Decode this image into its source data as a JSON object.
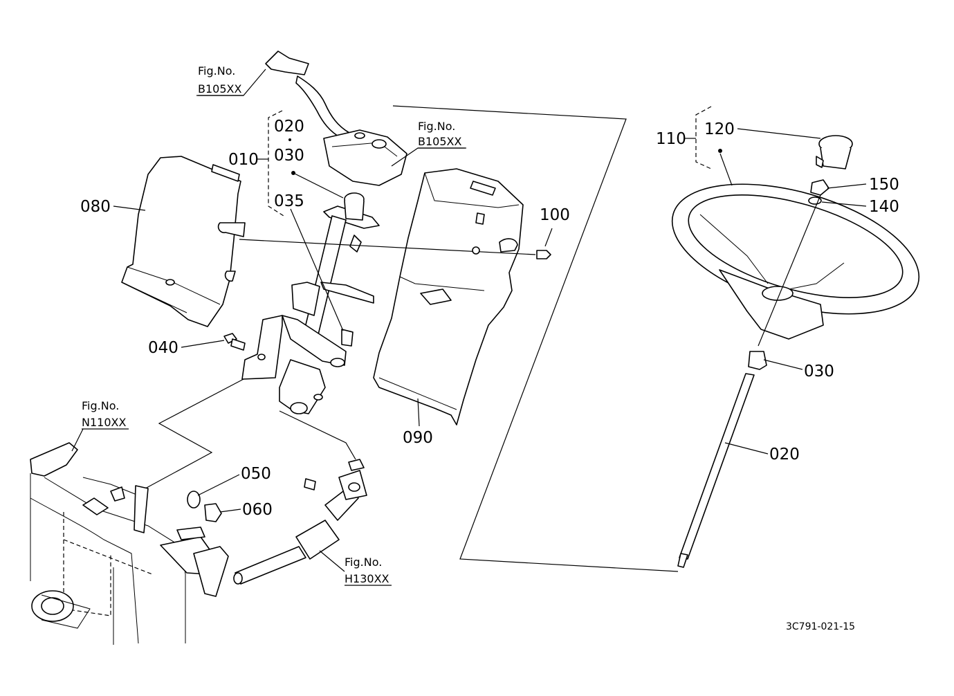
{
  "diagram": {
    "drawing_code": "3C791-021-15",
    "part_labels": {
      "p010": "010",
      "p020_top": "020",
      "p030_top": "030",
      "p035": "035",
      "p040": "040",
      "p050": "050",
      "p060": "060",
      "p080": "080",
      "p090": "090",
      "p100": "100",
      "p110": "110",
      "p120": "120",
      "p140": "140",
      "p150": "150",
      "p030_right": "030",
      "p020_right": "020"
    },
    "figure_refs": {
      "ref1": {
        "title": "Fig.No.",
        "code": "B105XX"
      },
      "ref2": {
        "title": "Fig.No.",
        "code": "B105XX"
      },
      "ref3": {
        "title": "Fig.No.",
        "code": "N110XX"
      },
      "ref4": {
        "title": "Fig.No.",
        "code": "H130XX"
      }
    }
  }
}
